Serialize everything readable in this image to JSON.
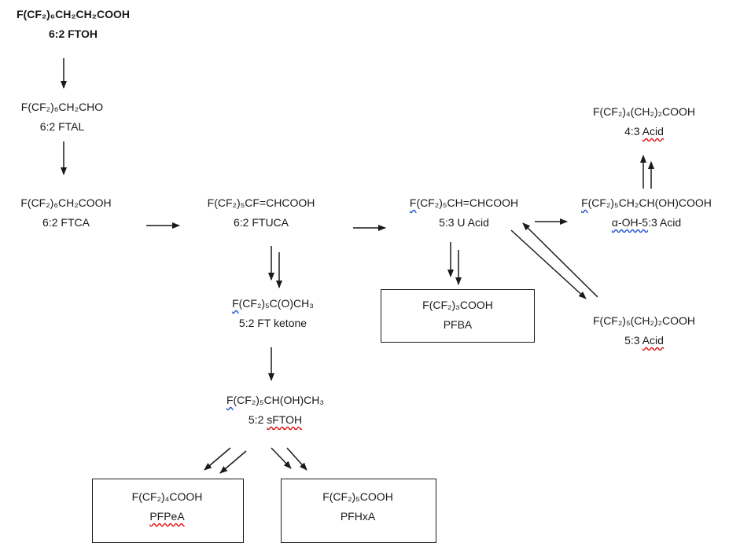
{
  "nodes": {
    "ftoh": {
      "formula": "F(CF₂)₆CH₂CH₂COOH",
      "name": "6:2 FTOH"
    },
    "ftal": {
      "formula": "F(CF₂)₆CH₂CHO",
      "name": "6:2 FTAL"
    },
    "ftca": {
      "formula": "F(CF₂)₆CH₂COOH",
      "name": "6:2 FTCA"
    },
    "ftuca": {
      "formula": "F(CF₂)₅CF=CHCOOH",
      "name": "6:2 FTUCA"
    },
    "uacid": {
      "formula_lead": "F",
      "formula_rest": "(CF₂)₅CH=CHCOOH",
      "name": "5:3 U Acid"
    },
    "ohacid": {
      "formula_lead": "F",
      "formula_rest": "(CF₂)₅CH₂CH(OH)COOH",
      "name_marked": "α-OH-5",
      "name_rest": ":3 Acid"
    },
    "acid43": {
      "formula": "F(CF₂)₄(CH₂)₂COOH",
      "name_plain": "4:3 ",
      "name_marked": "Acid"
    },
    "ketone": {
      "formula_lead": "F",
      "formula_rest": "(CF₂)₅C(O)CH₃",
      "name": "5:2 FT ketone"
    },
    "pfba": {
      "formula": "F(CF₂)₃COOH",
      "name": "PFBA"
    },
    "acid53": {
      "formula": "F(CF₂)₅(CH₂)₂COOH",
      "name_plain": "5:3 ",
      "name_marked": "Acid"
    },
    "sftoh": {
      "formula_lead": "F",
      "formula_rest": "(CF₂)₅CH(OH)CH₃",
      "name_plain": "5:2 ",
      "name_marked": "sFTOH"
    },
    "pfpea": {
      "formula": "F(CF₂)₄COOH",
      "name": "PFPeA"
    },
    "pfhxa": {
      "formula": "F(CF₂)₅COOH",
      "name": "PFHxA"
    }
  },
  "colors": {
    "text": "#1a1a1a",
    "spell_red": "#dd1111",
    "spell_blue": "#2050d0"
  }
}
